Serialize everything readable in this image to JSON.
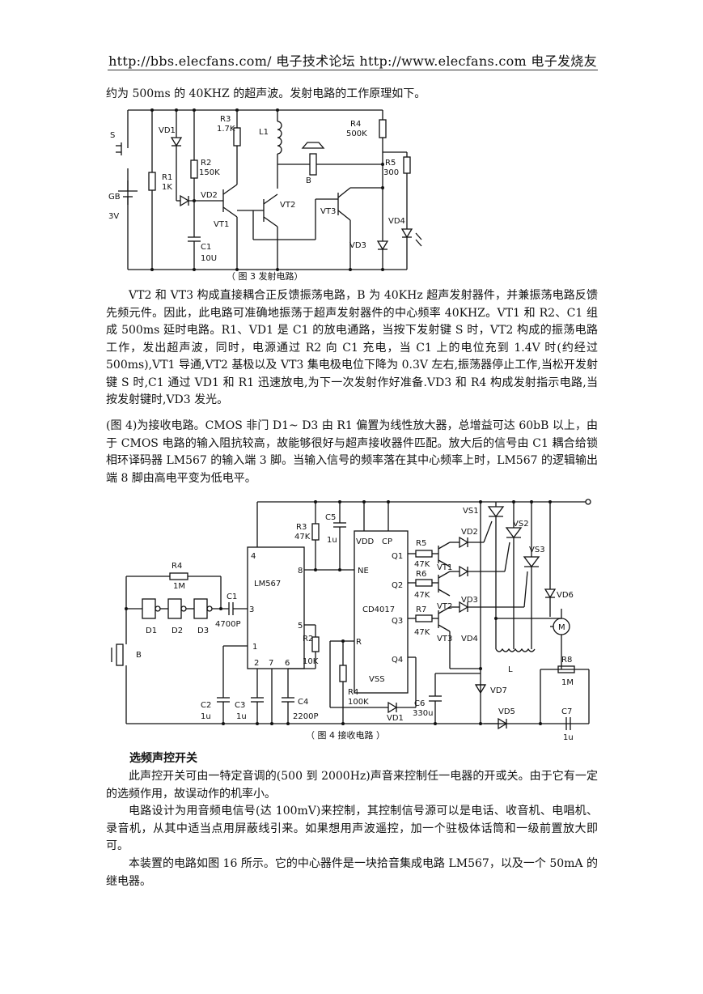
{
  "header": {
    "text": "http://bbs.elecfans.com/  电子技术论坛  http://www.elecfans.com  电子发烧友"
  },
  "paragraphs": {
    "p1": "约为 500ms 的 40KHZ 的超声波。发射电路的工作原理如下。",
    "p2": "VT2 和 VT3 构成直接耦合正反馈振荡电路，B 为 40KHz 超声发射器件，并兼振荡电路反馈先频元件。因此，此电路可准确地振荡于超声发射器件的中心频率 40KHZ。VT1 和 R2、C1 组成 500ms 延时电路。R1、VD1 是 C1 的放电通路，当按下发射键 S 时，VT2 构成的振荡电路工作，发出超声波，同时，电源通过 R2 向 C1 充电，当 C1 上的电位充到 1.4V 时(约经过 500ms),VT1 导通,VT2 基极以及 VT3 集电极电位下降为 0.3V 左右,振荡器停止工作,当松开发射键 S 时,C1 通过 VD1 和 R1 迅速放电,为下一次发射作好准备.VD3 和 R4 构成发射指示电路,当按发射键时,VD3 发光。",
    "p3": "(图 4)为接收电路。CMOS 非门 D1~ D3 由 R1 偏置为线性放大器，总增益可达 60bB 以上，由于 CMOS 电路的输入阻抗较高，故能够很好与超声接收器件匹配。放大后的信号由 C1 耦合给锁相环译码器 LM567 的输入端 3 脚。当输入信号的频率落在其中心频率上时，LM567 的逻辑输出端 8 脚由高电平变为低电平。",
    "section_title": "选频声控开关",
    "p4": "此声控开关可由一特定音调的(500 到 2000Hz)声音来控制任一电器的开或关。由于它有一定的选频作用，故误动作的机率小。",
    "p5": "电路设计为用音频电信号(达 100mV)来控制，其控制信号源可以是电话、收音机、电唱机、录音机，从其中适当点用屏蔽线引来。如果想用声波遥控，加一个驻极体话筒和一级前置放大即可。",
    "p6": "本装置的电路如图 16 所示。它的中心器件是一块拾音集成电路 LM567，以及一个 50mA 的继电器。"
  },
  "figure3": {
    "caption": "（ 图 3 发射电路）",
    "labels": {
      "S": "S",
      "VD1": "VD1",
      "R3": "R3",
      "R3v": "1.7K",
      "L1": "L1",
      "R4": "R4",
      "R4v": "500K",
      "R1": "R1",
      "R1v": "1K",
      "R2": "R2",
      "R2v": "150K",
      "GB": "GB",
      "GBv": "3V",
      "B": "B",
      "R5": "R5",
      "R5v": "300",
      "VD2": "VD2",
      "VT1": "VT1",
      "VT2": "VT2",
      "VT3": "VT3",
      "VD4": "VD4",
      "VD3": "VD3",
      "C1": "C1",
      "C1v": "10U"
    }
  },
  "figure4": {
    "caption": "（ 图 4 接收电路 ）",
    "labels": {
      "R3": "R3",
      "R3v": "47K",
      "C5": "C5",
      "C5v": "1u",
      "VDD": "VDD",
      "CP": "CP",
      "R5": "R5",
      "R5v": "47K",
      "Q1": "Q1",
      "VS1": "VS1",
      "VD2": "VD2",
      "VS2": "VS2",
      "VS3": "VS3",
      "R4": "R4",
      "R4v": "1M",
      "LM567": "LM567",
      "pin4": "4",
      "pin8": "8",
      "pin3": "3",
      "pin5": "5",
      "pin1": "1",
      "pin2": "2",
      "pin7": "7",
      "pin6": "6",
      "NE": "NE",
      "CD4017": "CD4017",
      "Q2": "Q2",
      "R6": "R6",
      "R6v": "47K",
      "VT1": "VT1",
      "VT2": "VT2",
      "VD3": "VD3",
      "VD6": "VD6",
      "C1": "C1",
      "C1v": "4700P",
      "D1": "D1",
      "D2": "D2",
      "D3": "D3",
      "Q3": "Q3",
      "R7": "R7",
      "R7v": "47K",
      "VT3": "VT3",
      "VD4": "VD4",
      "M": "M",
      "B": "B",
      "R": "R",
      "R2": "R2",
      "R2v": "10K",
      "Q4": "Q4",
      "L": "L",
      "R8": "R8",
      "R8v": "1M",
      "VSS": "VSS",
      "RR4": "R4",
      "RR4v": "100K",
      "C6": "C6",
      "C6v": "330u",
      "VD7": "VD7",
      "C2": "C2",
      "C2v": "1u",
      "C3": "C3",
      "C3v": "1u",
      "C4": "C4",
      "C4v": "2200P",
      "VD1": "VD1",
      "VD5": "VD5",
      "C7": "C7",
      "C7v": "1u"
    }
  }
}
